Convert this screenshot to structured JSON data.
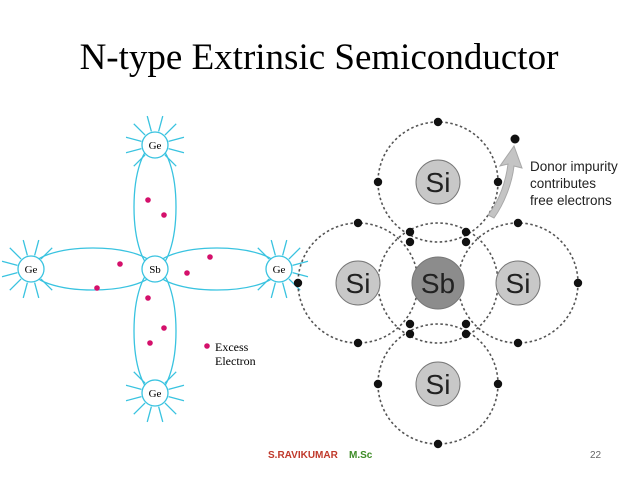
{
  "slide": {
    "title": "N-type Extrinsic Semiconductor",
    "footer_author": "S.RAVIKUMAR",
    "footer_degree": "M.Sc",
    "page_number": "22"
  },
  "left_diagram": {
    "atoms": {
      "top": "Ge",
      "left": "Ge",
      "center": "Sb",
      "right": "Ge",
      "bottom": "Ge"
    },
    "legend_line1": "Excess",
    "legend_line2": "Electron",
    "colors": {
      "lines": "#39c3e0",
      "electrons": "#d4106b"
    }
  },
  "right_diagram": {
    "atoms": {
      "top": "Si",
      "left": "Si",
      "center": "Sb",
      "right": "Si",
      "bottom": "Si"
    },
    "annotation_line1": "Donor impurity",
    "annotation_line2": "contributes",
    "annotation_line3": "free electrons",
    "colors": {
      "si_fill": "#c8c8c8",
      "sb_fill": "#8c8c8c",
      "arrow": "#c4c4c4"
    }
  }
}
